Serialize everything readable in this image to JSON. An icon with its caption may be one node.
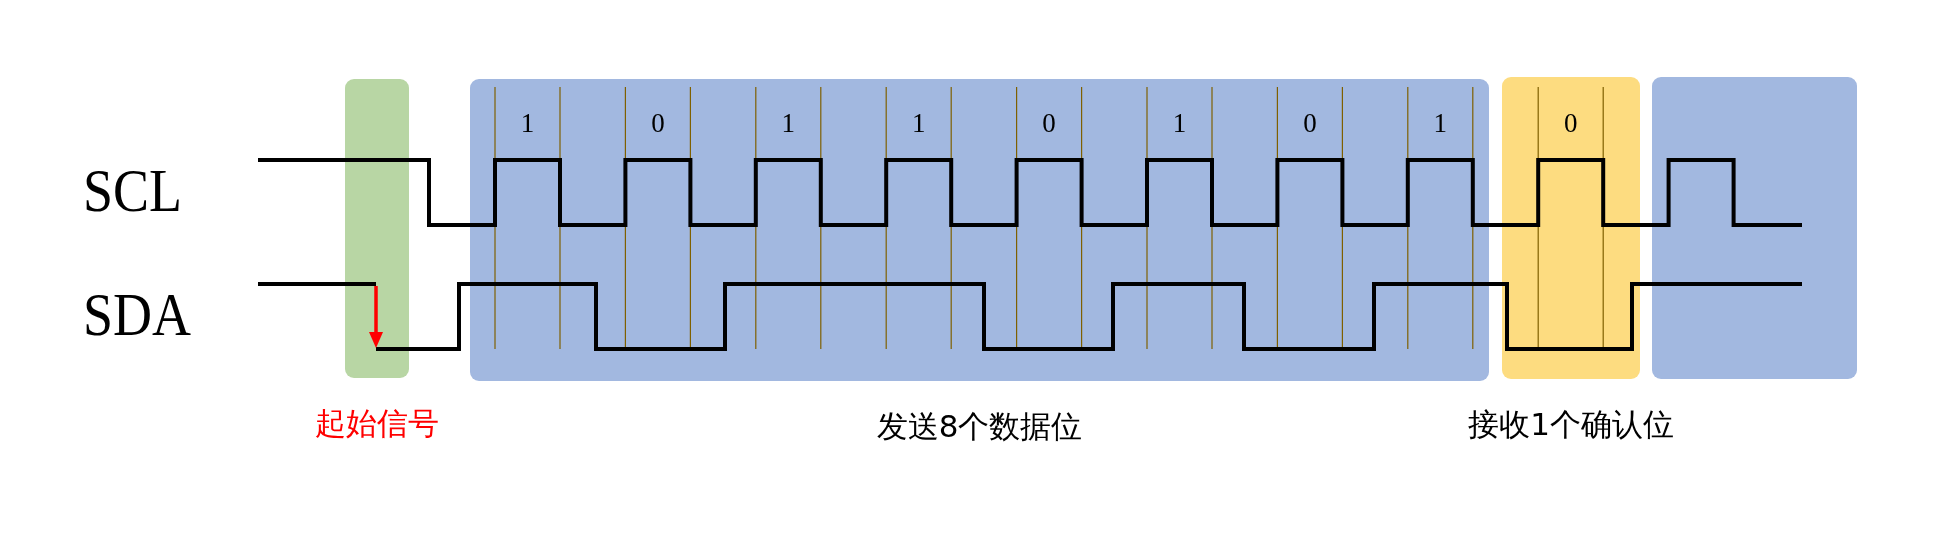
{
  "diagram": {
    "nodes": [
      {
        "text": [],
        "shape": "box",
        "beside": [
          "起始信号"
        ]
      },
      {
        "text": [
          "1",
          "0",
          "1",
          "1",
          "0",
          "1",
          "0",
          "1"
        ],
        "beside": [
          "发送8个数据位"
        ]
      },
      {
        "text": [
          "0"
        ],
        "beside": [
          "接收1个确认位"
        ]
      },
      {
        "text": [],
        "shape": "box"
      }
    ],
    "labels": [
      "SCL",
      "SDA"
    ]
  }
}
